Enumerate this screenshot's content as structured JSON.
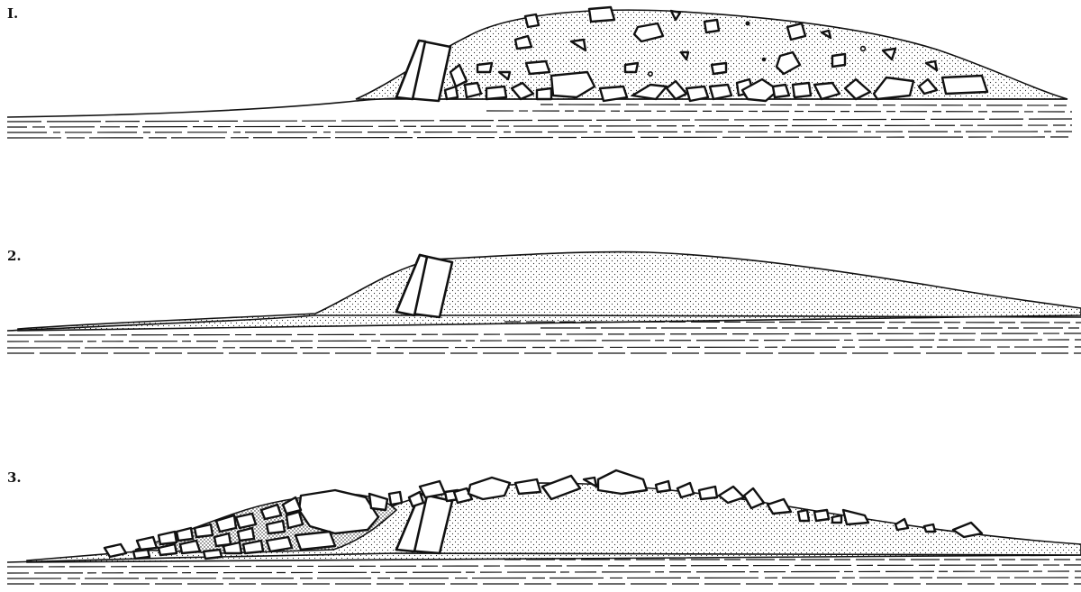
{
  "figure": {
    "panels": [
      {
        "label": "I.",
        "description_type": "mound-with-stones"
      },
      {
        "label": "2.",
        "description_type": "plain-mound"
      },
      {
        "label": "3.",
        "description_type": "mound-with-collapsed-stones"
      }
    ]
  }
}
